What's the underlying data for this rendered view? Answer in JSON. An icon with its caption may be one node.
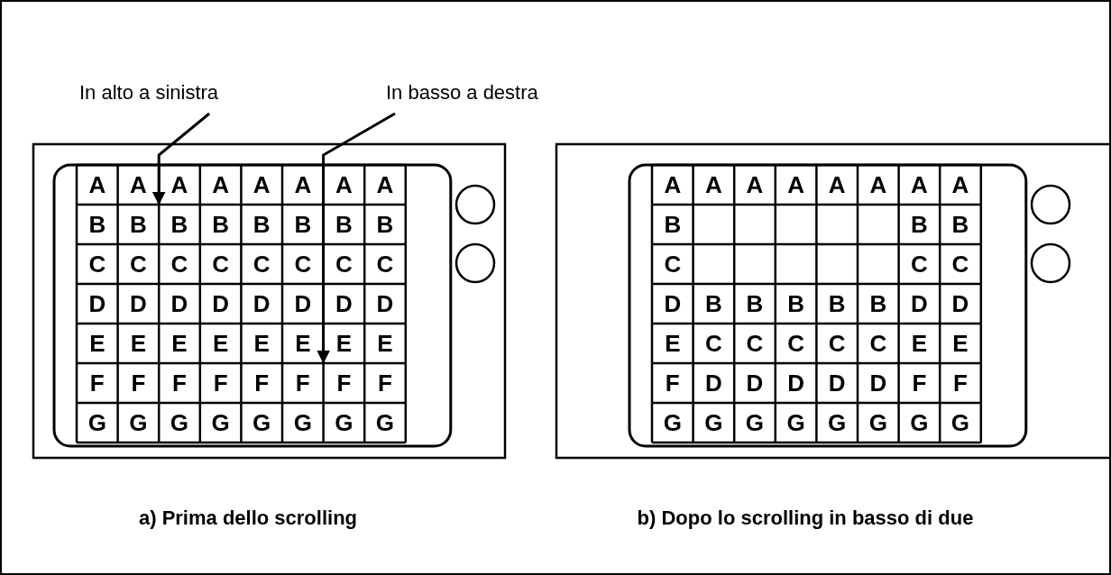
{
  "diagram": {
    "nodes": [
      {
        "text": [
          "In alto a sinistra"
        ]
      },
      {
        "text": [
          "In basso a destra"
        ]
      },
      {
        "text": [
          "B"
        ]
      },
      {
        "text": [
          "F"
        ]
      }
    ],
    "edges": [
      {
        "from": 0,
        "to": 2,
        "arrow": "to"
      },
      {
        "from": 1,
        "to": 3,
        "arrow": "to"
      }
    ],
    "labels": [
      "A",
      "A",
      "A",
      "A",
      "A",
      "A",
      "A",
      "A",
      "B",
      "B",
      "B",
      "B",
      "B",
      "B",
      "B",
      "C",
      "C",
      "C",
      "C",
      "C",
      "C",
      "C",
      "C",
      "D",
      "D",
      "D",
      "D",
      "D",
      "D",
      "D",
      "D",
      "E",
      "E",
      "E",
      "E",
      "E",
      "E",
      "E",
      "E",
      "F",
      "F",
      "F",
      "F",
      "F",
      "F",
      "F",
      "G",
      "G",
      "G",
      "G",
      "G",
      "G",
      "G",
      "G",
      "A",
      "A",
      "A",
      "A",
      "A",
      "A",
      "A",
      "A",
      "B",
      "B",
      "B",
      "C",
      "C",
      "C",
      "D",
      "B",
      "B",
      "B",
      "B",
      "B",
      "D",
      "D",
      "E",
      "C",
      "C",
      "C",
      "C",
      "C",
      "E",
      "E",
      "F",
      "D",
      "D",
      "D",
      "D",
      "D",
      "F",
      "F",
      "G",
      "G",
      "G",
      "G",
      "G",
      "G",
      "G",
      "G",
      "a) Prima dello scrolling",
      "b) Dopo lo scrolling in basso di due"
    ]
  }
}
